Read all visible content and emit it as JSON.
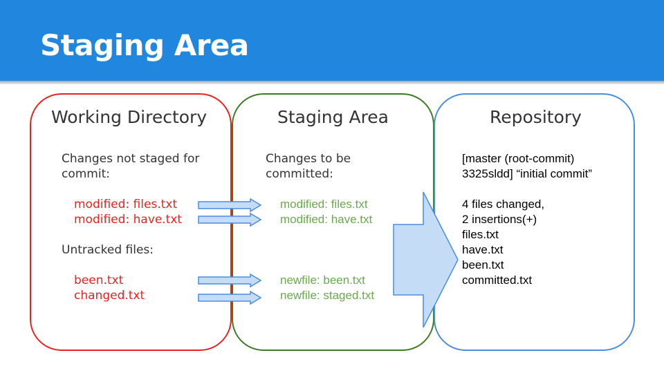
{
  "slide": {
    "title": "Staging Area"
  },
  "working": {
    "title": "Working Directory",
    "not_staged_line1": "Changes not staged for",
    "not_staged_line2": "commit:",
    "modified": [
      "modified: files.txt",
      "modified: have.txt"
    ],
    "untracked_label": "Untracked files:",
    "untracked": [
      "been.txt",
      "changed.txt"
    ]
  },
  "staging": {
    "title": "Staging Area",
    "to_commit_line1": "Changes to be",
    "to_commit_line2": "committed:",
    "modified": [
      "modified: files.txt",
      "modified: have.txt"
    ],
    "newfiles": [
      "newfile: been.txt",
      "newfile: staged.txt"
    ]
  },
  "repository": {
    "title": "Repository",
    "commit_line1": "[master (root-commit)",
    "commit_line2": "3325sldd] “initial commit”",
    "stats": [
      "4 files changed,",
      "2 insertions(+)",
      "files.txt",
      "have.txt",
      "been.txt",
      "committed.txt"
    ]
  },
  "colors": {
    "header": "#2186de",
    "working_border": "#e8231f",
    "staging_border": "#3d7b22",
    "repo_border": "#4a8ce0",
    "working_text": "#e8231f",
    "staging_text": "#6aa84f",
    "arrow_fill": "#c5dcf6",
    "arrow_stroke": "#4a8ce0"
  }
}
